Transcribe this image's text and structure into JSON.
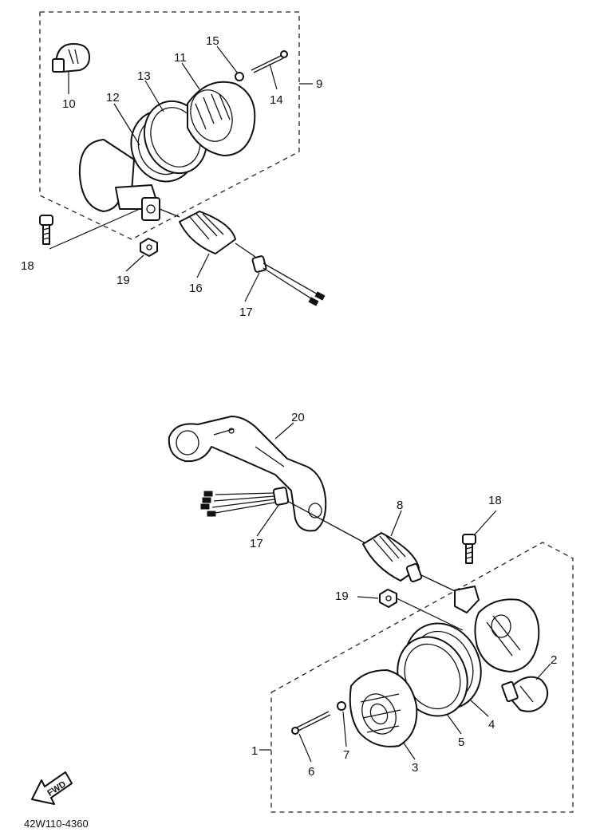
{
  "diagram_code": "42W110-4360",
  "fwd_label": "FWD",
  "callouts": {
    "c1": "1",
    "c2": "2",
    "c3": "3",
    "c4": "4",
    "c5": "5",
    "c6": "6",
    "c7": "7",
    "c8": "8",
    "c9": "9",
    "c10": "10",
    "c11": "11",
    "c12": "12",
    "c13": "13",
    "c14": "14",
    "c15": "15",
    "c16": "16",
    "c17a": "17",
    "c17b": "17",
    "c18a": "18",
    "c18b": "18",
    "c19a": "19",
    "c19b": "19",
    "c20": "20"
  }
}
